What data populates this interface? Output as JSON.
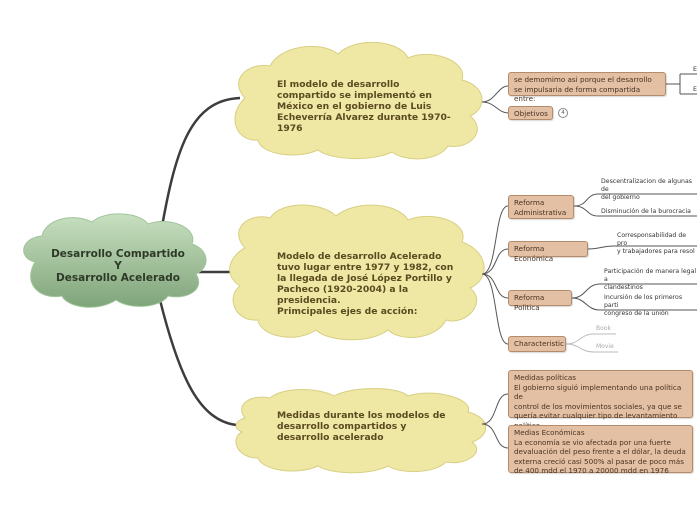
{
  "root": {
    "label": "Desarrollo Compartido\nY\nDesarrollo Acelerado"
  },
  "topics": [
    {
      "label": "El modelo de desarrollo\ncompartido se implementó en\nMéxico en el gobierno de  Luis\nEcheverría Alvarez durante 1970-\n1976"
    },
    {
      "label": "Modelo de desarrollo Acelerado\ntuvo lugar entre 1977 y 1982, con\nla llegada de José López Portillo y\nPacheco (1920-2004) a la\npresidencia.\nPrimcipales ejes de acción:"
    },
    {
      "label": "Medidas durante los modelos de\ndesarrollo compartidos y\ndesarrollo acelerado"
    }
  ],
  "topic1_children": {
    "se_denomina": "se demomimo asi porque el desarrollo\nse impulsaria de forma compartida entre:",
    "objetivos": "Objetivos",
    "objetivos_badge": "4",
    "cut_letters": [
      "E",
      "E"
    ]
  },
  "topic2_children": {
    "reforma_administrativa": "Reforma\nAdministrativa",
    "ra_leaf1": "Descentralizacion de algunas de\ndel gobierno",
    "ra_leaf2": "Disminución de la burocracia",
    "reforma_economica": "Reforma Económica",
    "re_leaf1": "Corresponsabilidad de pro\ny trabajadores para resol",
    "reforma_politica": "Reforma Politica",
    "rp_leaf1": "Participación de manera legal a\nclandestinos",
    "rp_leaf2": "Incursión de los primeros parti\ncongreso de la unión",
    "characteristic": "Characteristic",
    "char_leaf1": "Book",
    "char_leaf2": "Movie"
  },
  "topic3_children": {
    "medidas_politicas": "Medidas políticas\nEl gobierno siguió implementando una política de\ncontrol de los movimientos sociales, ya que se\nquería evitar cualquier tipo de levantamiento\npolítico.",
    "medidas_economicas": "Medias Económicas\nLa economía se vio afectada por una fuerte\ndevaluación del peso frente a el dólar, la deuda\nexterna creció casi 500% al pasar de poco más\nde 400 mdd el 1970 a 20000 mdd en 1976"
  },
  "colors": {
    "root_fill": "#a9c7a3",
    "cloud_fill": "#efe8a4",
    "box_fill": "#e3bfa3",
    "connector": "#3d3d3d"
  }
}
